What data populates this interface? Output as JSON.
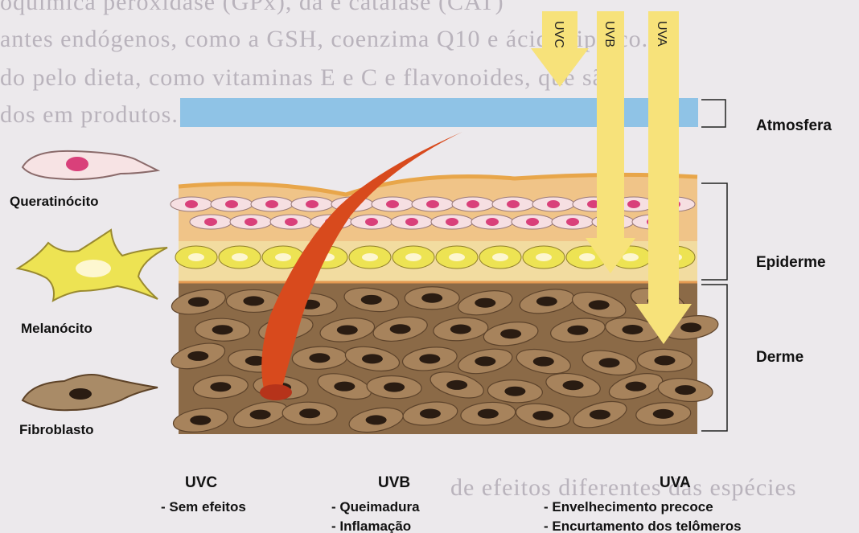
{
  "layers": {
    "atmosphere": "Atmosfera",
    "epidermis": "Epiderme",
    "dermis": "Derme"
  },
  "cells": {
    "keratinocyte": "Queratinócito",
    "melanocyte": "Melanócito",
    "fibroblast": "Fibroblasto"
  },
  "rays": {
    "uvc": "UVC",
    "uvb": "UVB",
    "uva": "UVA"
  },
  "effects": {
    "uvc": {
      "title": "UVC",
      "items": [
        "- Sem efeitos"
      ]
    },
    "uvb": {
      "title": "UVB",
      "items": [
        "- Queimadura",
        "- Inflamação"
      ]
    },
    "uva": {
      "title": "UVA",
      "items": [
        "- Envelhecimento precoce",
        "- Encurtamento dos telômeros"
      ]
    }
  },
  "background_text": [
    "oquímica peroxidase (GPx), da e catalase (CAT)",
    "antes endógenos, como a GSH, coenzima Q10 e ácido lipóico...",
    "do pelo dieta, como vitaminas E e C e flavonoides, que são",
    "dos em produtos...",
    "de efeitos diferentes das espécies"
  ],
  "colors": {
    "atmosphere": "#8fc3e6",
    "arrow": "#f7e27a",
    "epidermis_top": "#f0c488",
    "melanocyte": "#ede353",
    "dermis": "#8b6a47",
    "hair": "#d84a1d",
    "nucleus_pink": "#d9407a",
    "nucleus_dark": "#2a1c12"
  }
}
